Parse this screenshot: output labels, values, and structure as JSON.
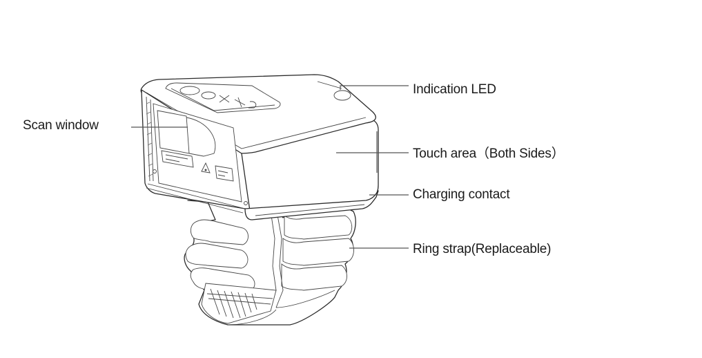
{
  "diagram": {
    "subject": "Ring barcode scanner",
    "labels": {
      "scan_window": "Scan window",
      "indication_led": "Indication LED",
      "touch_area": "Touch area（Both Sides）",
      "charging_contact": "Charging contact",
      "ring_strap": "Ring strap(Replaceable)"
    },
    "device_markings": {
      "warning_label": "DO NOT STARE INTO BEAM",
      "class_label": "CLASS 2 LASER",
      "laser_hazard_icon": "laser-warning-triangle",
      "top_logo": "logo"
    },
    "colors": {
      "background": "#ffffff",
      "line": "#2a2a2a",
      "leader": "#555555",
      "text": "#1a1a1a"
    }
  }
}
